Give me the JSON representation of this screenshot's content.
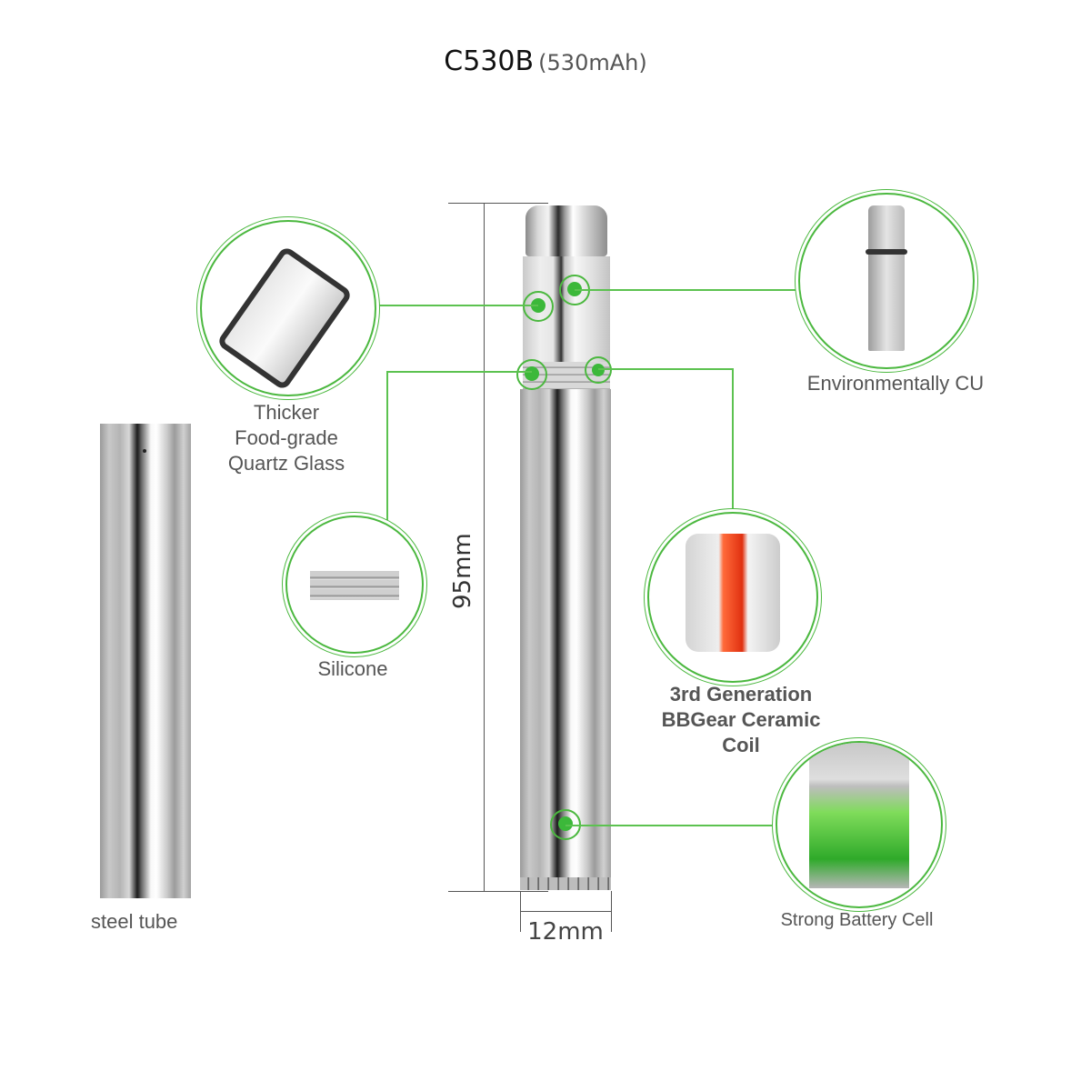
{
  "title": {
    "model": "C530B",
    "capacity": "(530mAh)"
  },
  "dimensions": {
    "height": "95mm",
    "width": "12mm"
  },
  "callouts": [
    {
      "id": "glass",
      "label_lines": [
        "Thicker",
        "Food-grade",
        "Quartz Glass"
      ]
    },
    {
      "id": "cu",
      "label": "Environmentally CU"
    },
    {
      "id": "silicone",
      "label": "Silicone"
    },
    {
      "id": "coil",
      "label_lines": [
        "3rd Generation",
        "BBGear Ceramic",
        "Coil"
      ]
    },
    {
      "id": "battery",
      "label": "Strong Battery Cell"
    },
    {
      "id": "tube",
      "label": "steel tube"
    }
  ],
  "colors": {
    "accent": "#4bb83f",
    "dot": "#3cb83a",
    "text": "#555555",
    "dimension_line": "#555555"
  }
}
